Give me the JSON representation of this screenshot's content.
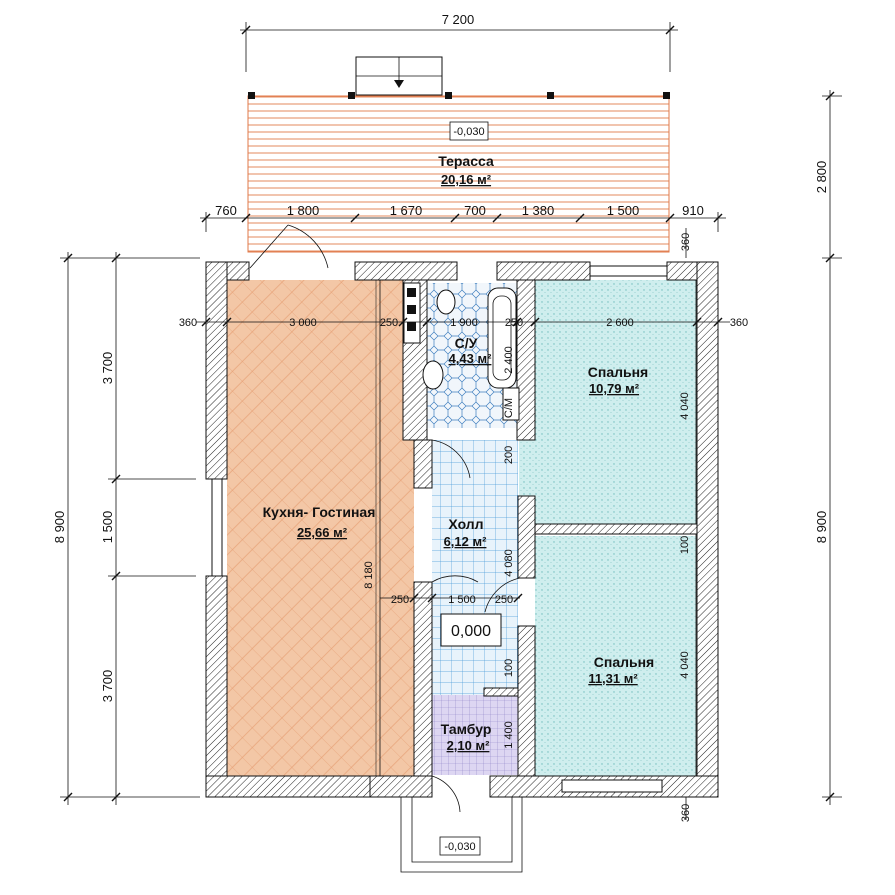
{
  "rooms": {
    "terrace": {
      "name": "Терасса",
      "area": "20,16 м²",
      "level": "-0,030"
    },
    "bathroom": {
      "name": "С/У",
      "area": "4,43 м²"
    },
    "bedroom1": {
      "name": "Спальня",
      "area": "10,79 м²"
    },
    "kitchen": {
      "name": "Кухня- Гостиная",
      "area": "25,66 м²"
    },
    "hall": {
      "name": "Холл",
      "area": "6,12 м²",
      "level": "0,000"
    },
    "bedroom2": {
      "name": "Спальня",
      "area": "11,31 м²"
    },
    "vestibule": {
      "name": "Тамбур",
      "area": "2,10 м²"
    },
    "entrance": {
      "level": "-0,030"
    }
  },
  "dimensions": {
    "top_total": "7 200",
    "terrace_depth": "2 800",
    "terrace_segments": [
      "760",
      "1 800",
      "1 670",
      "700",
      "1 380",
      "1 500",
      "910"
    ],
    "terrace_gap": "360",
    "left_total": "8 900",
    "left_segments": [
      "3 700",
      "1 500",
      "3 700"
    ],
    "right_total": "8 900",
    "bottom_wall": "360",
    "row1": [
      "360",
      "3 000",
      "250",
      "1 900",
      "250",
      "2 600",
      "360"
    ],
    "row2": [
      "250",
      "1 500",
      "250"
    ],
    "kitchen_len": "8 180",
    "bath_len": "2 400",
    "bed1_len": "4 040",
    "bed2_len": "4 040",
    "hall_len": "4 080",
    "hall_door": "200",
    "wall_100_a": "100",
    "wall_100_b": "100",
    "vest_len": "1 400",
    "wm_label": "С/М"
  },
  "colors": {
    "terrace": "#e07a4a",
    "kitchen": "#f3c7a6",
    "bedroom": "#cfeeee",
    "hall": "#cfe6f7",
    "bathroom": "#e2edf7",
    "vestibule": "#ddd6f2"
  }
}
